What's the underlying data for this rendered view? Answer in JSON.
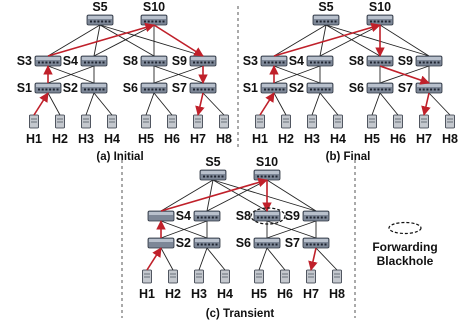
{
  "colors": {
    "link": "#222222",
    "path": "#c0202a",
    "switch_fill": "#7d8797",
    "switch_top": "#b8c0cc",
    "host_fill": "#c4c8ce",
    "divider": "#555555"
  },
  "switch_icon": "network-switch-icon",
  "host_icon": "server-host-icon",
  "panels": [
    {
      "caption": "(a) Initial",
      "switches": {
        "s5": "S5",
        "s10": "S10",
        "s3": "S3",
        "s4": "S4",
        "s8": "S8",
        "s9": "S9",
        "s1": "S1",
        "s2": "S2",
        "s6": "S6",
        "s7": "S7"
      },
      "hosts": [
        "H1",
        "H2",
        "H3",
        "H4",
        "H5",
        "H6",
        "H7",
        "H8"
      ],
      "path": [
        "h1",
        "s1",
        "s3",
        "s10",
        "s9",
        "s7",
        "h7"
      ]
    },
    {
      "caption": "(b) Final",
      "switches": {
        "s5": "S5",
        "s10": "S10",
        "s3": "S3",
        "s4": "S4",
        "s8": "S8",
        "s9": "S9",
        "s1": "S1",
        "s2": "S2",
        "s6": "S6",
        "s7": "S7"
      },
      "hosts": [
        "H1",
        "H2",
        "H3",
        "H4",
        "H5",
        "H6",
        "H7",
        "H8"
      ],
      "path": [
        "h1",
        "s1",
        "s3",
        "s10",
        "s8",
        "s7",
        "h7"
      ]
    },
    {
      "caption": "(c) Transient",
      "switches": {
        "s5": "S5",
        "s10": "S10",
        "s4": "S4",
        "s8": "S8",
        "s9": "S9",
        "s2": "S2",
        "s6": "S6",
        "s7": "S7"
      },
      "hosts": [
        "H1",
        "H2",
        "H3",
        "H4",
        "H5",
        "H6",
        "H7",
        "H8"
      ],
      "path": [
        "h1",
        "s1",
        "s3",
        "s10",
        "s8"
      ],
      "tail_path": [
        "s7",
        "h7"
      ],
      "blackhole_at": "s8"
    }
  ],
  "legend": {
    "line1": "Forwarding",
    "line2": "Blackhole"
  }
}
